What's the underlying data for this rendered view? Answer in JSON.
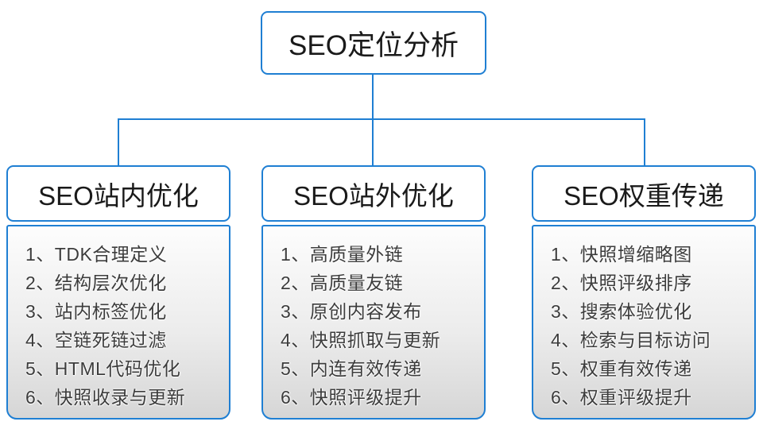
{
  "diagram": {
    "root": {
      "label": "SEO定位分析"
    },
    "columns": [
      {
        "title": "SEO站内优化",
        "items": [
          "1、TDK合理定义",
          "2、结构层次优化",
          "3、站内标签优化",
          "4、空链死链过滤",
          "5、HTML代码优化",
          "6、快照收录与更新"
        ]
      },
      {
        "title": "SEO站外优化",
        "items": [
          "1、高质量外链",
          "2、高质量友链",
          "3、原创内容发布",
          "4、快照抓取与更新",
          "5、内连有效传递",
          "6、快照评级提升"
        ]
      },
      {
        "title": "SEO权重传递",
        "items": [
          "1、快照增缩略图",
          "2、快照评级排序",
          "3、搜索体验优化",
          "4、检索与目标访问",
          "5、权重有效传递",
          "6、权重评级提升"
        ]
      }
    ],
    "colors": {
      "border_blue": "#1f7fd3",
      "header_text": "#1a1a1a",
      "item_text": "#3c3c3c",
      "panel_top": "#fdfdfd",
      "panel_mid": "#ececec",
      "panel_bottom": "#d6d6d6",
      "bg": "#ffffff"
    }
  }
}
